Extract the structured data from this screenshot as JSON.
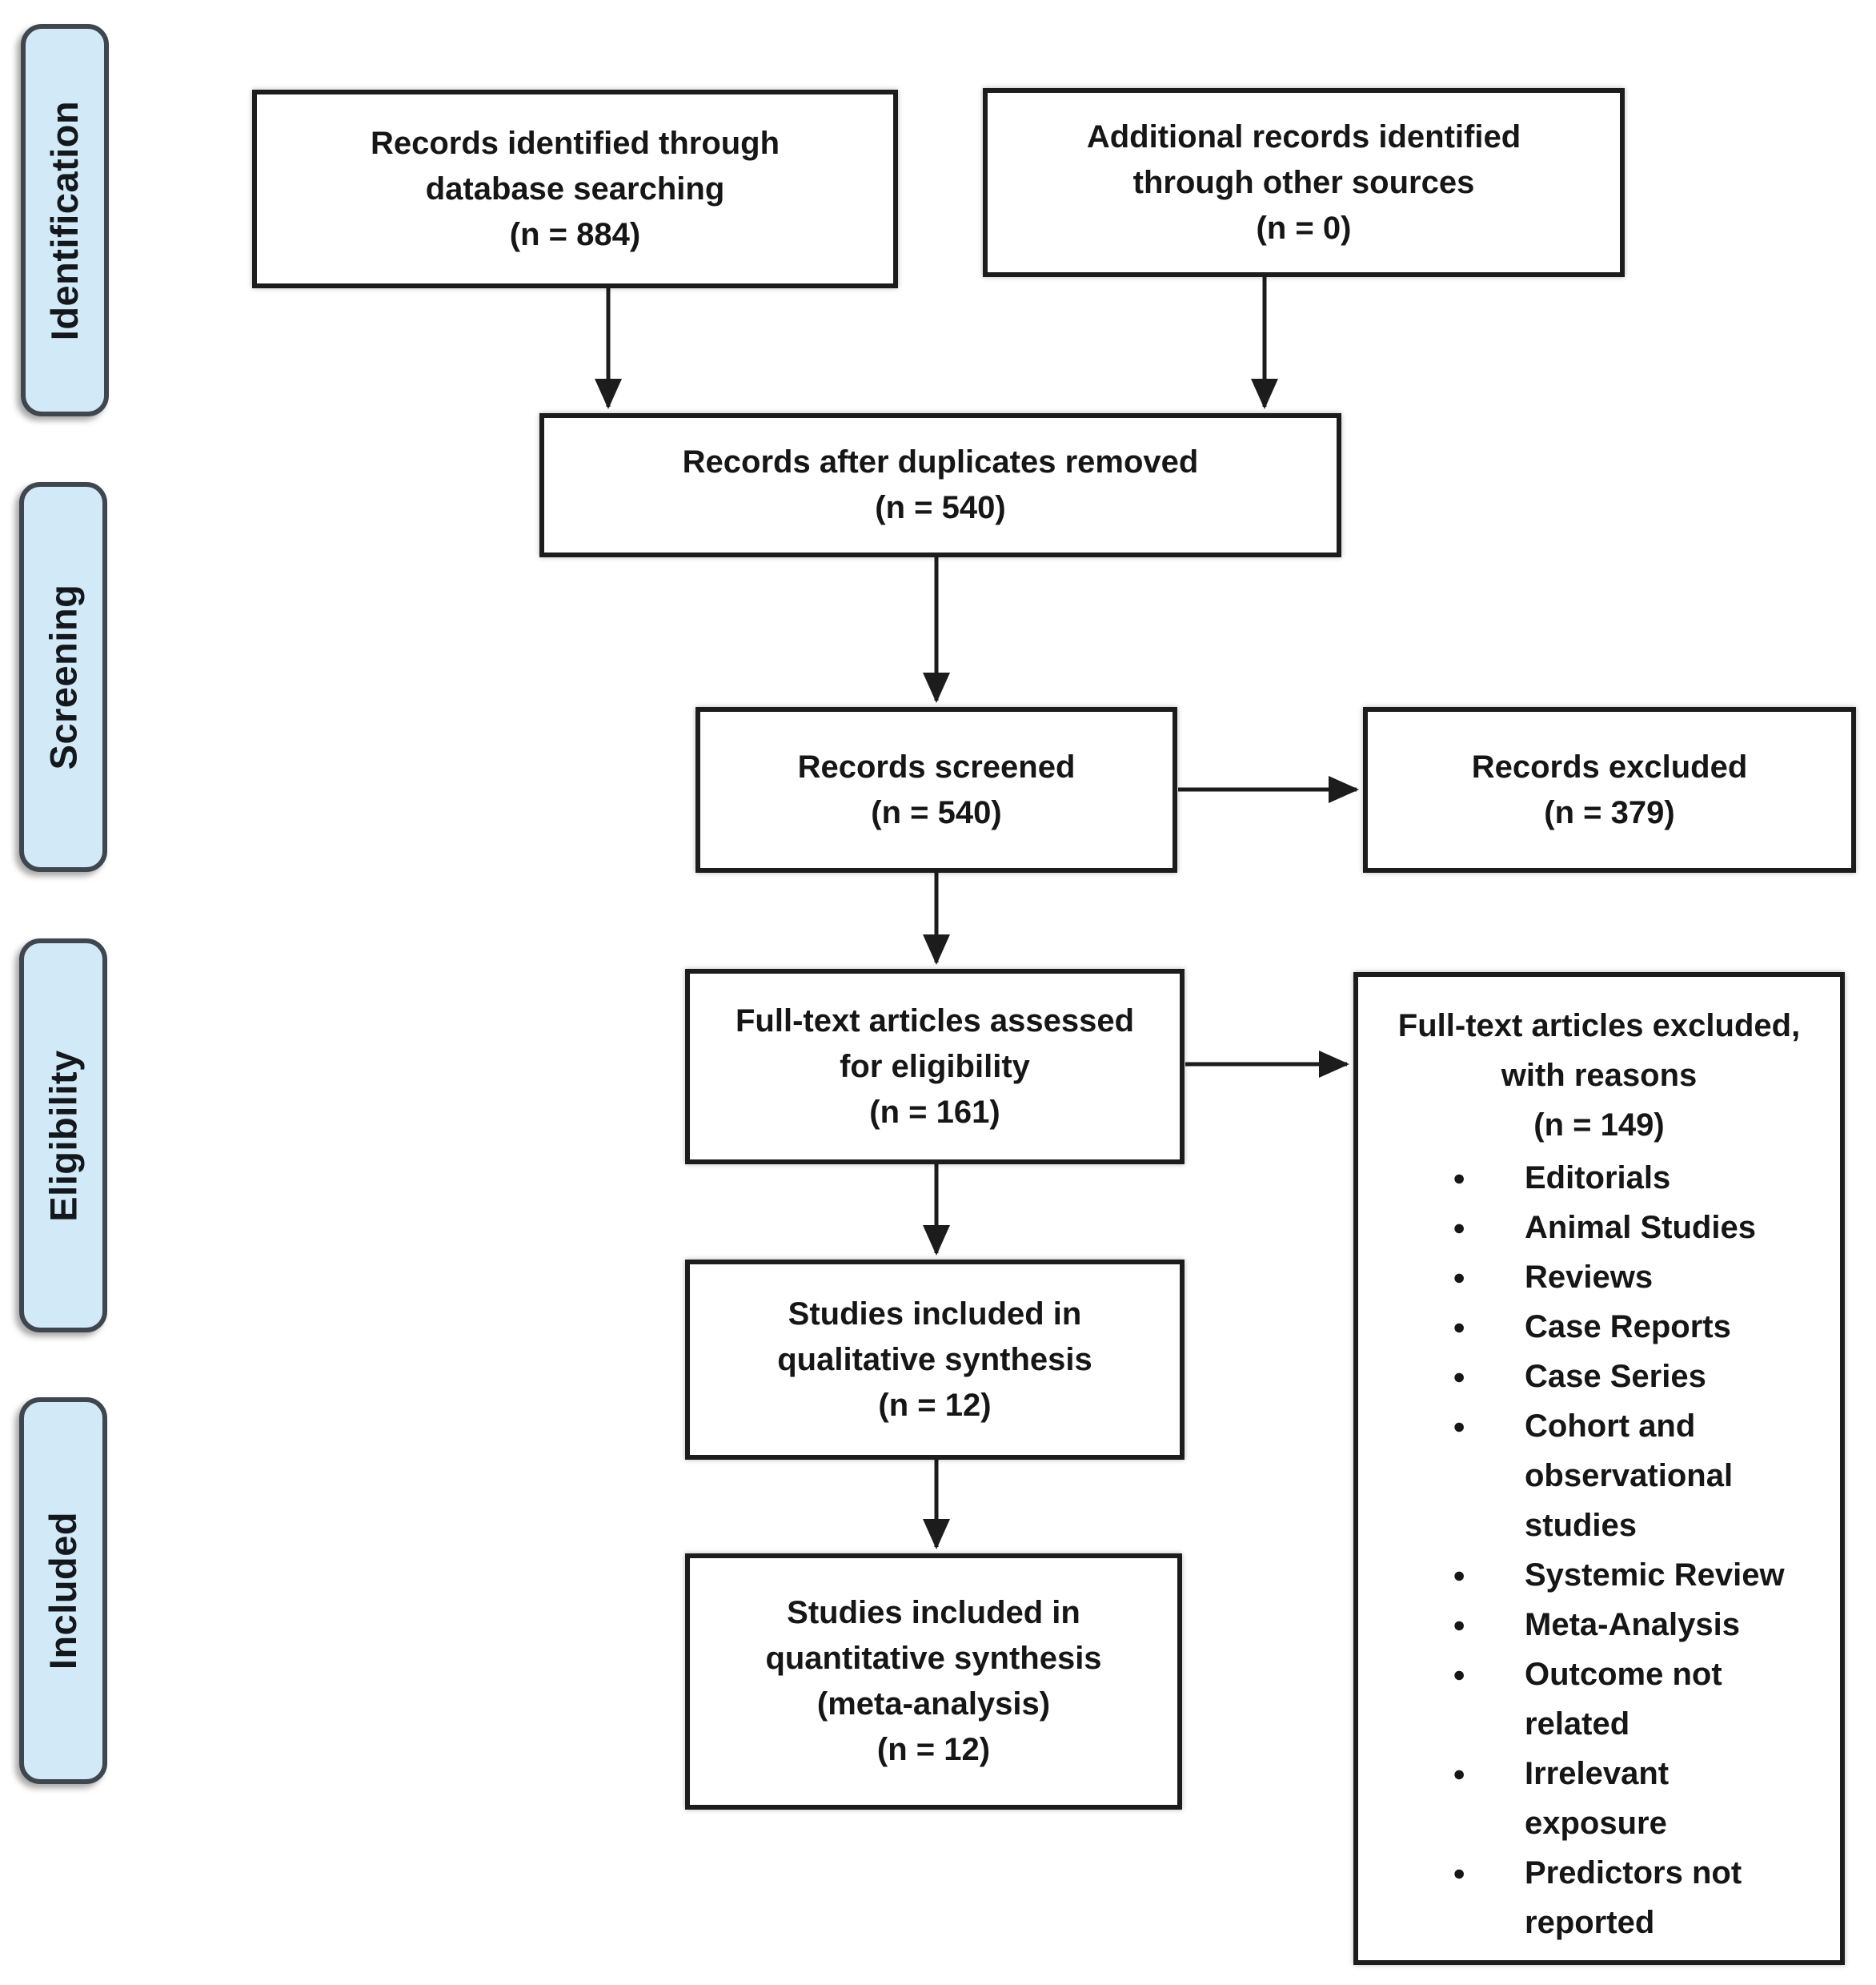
{
  "stages": {
    "identification": "Identification",
    "screening": "Screening",
    "eligibility": "Eligibility",
    "included": "Included"
  },
  "boxes": {
    "records_identified": {
      "label": "Records identified through\ndatabase searching",
      "count": "(n = 884)"
    },
    "additional_records": {
      "label": "Additional records identified\nthrough other sources",
      "count": "(n = 0)"
    },
    "after_duplicates": {
      "label": "Records after duplicates removed",
      "count": "(n = 540)"
    },
    "records_screened": {
      "label": "Records screened",
      "count": "(n = 540)"
    },
    "records_excluded": {
      "label": "Records excluded",
      "count": "(n = 379)"
    },
    "fulltext_assessed": {
      "label": "Full-text articles assessed\nfor eligibility",
      "count": "(n = 161)"
    },
    "fulltext_excluded": {
      "label": "Full-text articles excluded,\nwith reasons",
      "count": "(n = 149)",
      "reasons": [
        "Editorials",
        "Animal Studies",
        "Reviews",
        "Case Reports",
        "Case Series",
        "Cohort and observational studies",
        "Systemic Review",
        "Meta-Analysis",
        "Outcome not related",
        "Irrelevant exposure",
        "Predictors not reported"
      ]
    },
    "qualitative_synthesis": {
      "label": "Studies included in\nqualitative synthesis",
      "count": "(n = 12)"
    },
    "quantitative_synthesis": {
      "label": "Studies included in\nquantitative synthesis\n(meta-analysis)",
      "count": "(n = 12)"
    }
  },
  "colors": {
    "background": "#ffffff",
    "stage_fill": "#d2e9f8",
    "stage_border": "#40464e",
    "box_border": "#1c1c1c",
    "arrow": "#1c1c1c"
  }
}
